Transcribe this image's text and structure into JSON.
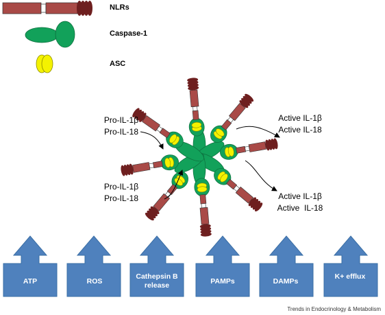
{
  "legend": {
    "nlrs": "NLRs",
    "caspase": "Caspase-1",
    "asc": "ASC"
  },
  "flow": {
    "pro_in_top": [
      "Pro-IL-1β",
      "Pro-IL-18"
    ],
    "pro_in_bottom": [
      "Pro-IL-1β",
      "Pro-IL-18"
    ],
    "active_out_top": [
      "Active IL-1β",
      "Active IL-18"
    ],
    "active_out_bottom": [
      "Active IL-1β",
      "Active  IL-18"
    ]
  },
  "stimuli": [
    {
      "label": "ATP"
    },
    {
      "label": "ROS"
    },
    {
      "label": "Cathepsin B release"
    },
    {
      "label": "PAMPs"
    },
    {
      "label": "DAMPs"
    },
    {
      "label": "K+ efflux"
    }
  ],
  "colors": {
    "nlr": "#a94a47",
    "nlr_dark": "#6e1f1f",
    "caspase": "#12a15a",
    "asc": "#f4f200",
    "stimulus": "#4f81bd",
    "stimulus_border": "#3a6ea5"
  },
  "credit": "Trends in Endocrinology & Metabolism"
}
